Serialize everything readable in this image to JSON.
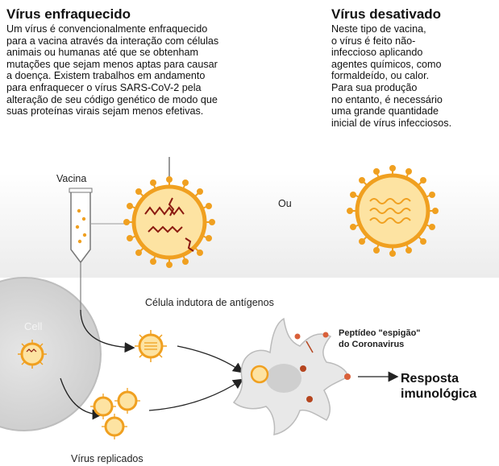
{
  "left_section": {
    "title": "Vírus enfraquecido",
    "text": "Um vírus é convencionalmente enfraquecido\npara a vacina através da interação com células\nanimais ou humanas até que se obtenham\nmutações que sejam menos aptas para causar\na doença. Existem trabalhos em andamento\npara enfraquecer o vírus SARS-CoV-2 pela\nalteração de seu código genético de modo que\nsuas proteínas virais sejam menos efetivas."
  },
  "right_section": {
    "title": "Vírus desativado",
    "text": "Neste tipo de vacina,\no vírus é feito não-\ninfeccioso aplicando\nagentes químicos, como\nformaldeído, ou calor.\nPara sua produção\nno entanto, é necessário\numa grande quantidade\ninicial de vírus infecciosos."
  },
  "labels": {
    "vaccine": "Vacina",
    "or": "Ou",
    "cell": "Cell",
    "antigen_cell": "Célula indutora de antígenos",
    "spike_peptide": "Peptídeo \"espigão\"\ndo Coronavirus",
    "immune_response": "Resposta\nimunológica",
    "replicated_virus": "Vírus replicados"
  },
  "colors": {
    "virus_orange": "#f0a020",
    "virus_fill": "#fde3a2",
    "rna_dark": "#8b1a10",
    "cell_gray": "#d9d9d9",
    "background_band": "#eeeeee",
    "arrow": "#222222"
  }
}
